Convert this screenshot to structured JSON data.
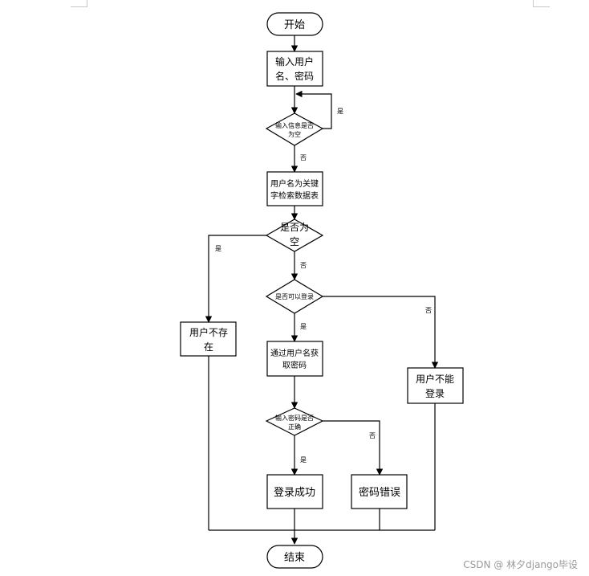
{
  "nodes": {
    "start": "开始",
    "input_line1": "输入用户",
    "input_line2": "名、密码",
    "check_empty_line1": "输入信息是否",
    "check_empty_line2": "为空",
    "search_line1": "用户名为关键",
    "search_line2": "字检索数据表",
    "result_empty_line1": "是否为",
    "result_empty_line2": "空",
    "user_missing_line1": "用户不存",
    "user_missing_line2": "在",
    "can_login": "是否可以登录",
    "get_password_line1": "通过用户名获",
    "get_password_line2": "取密码",
    "cannot_login_line1": "用户不能",
    "cannot_login_line2": "登录",
    "pw_correct_line1": "输入密码是否",
    "pw_correct_line2": "正确",
    "login_success": "登录成功",
    "pw_wrong": "密码错误",
    "end": "结束"
  },
  "edge_labels": {
    "empty_yes": "是",
    "empty_no": "否",
    "result_yes": "是",
    "result_no": "否",
    "login_yes": "是",
    "login_no": "否",
    "pw_yes": "是",
    "pw_no": "否"
  },
  "watermark": "CSDN @ 林夕django毕设"
}
